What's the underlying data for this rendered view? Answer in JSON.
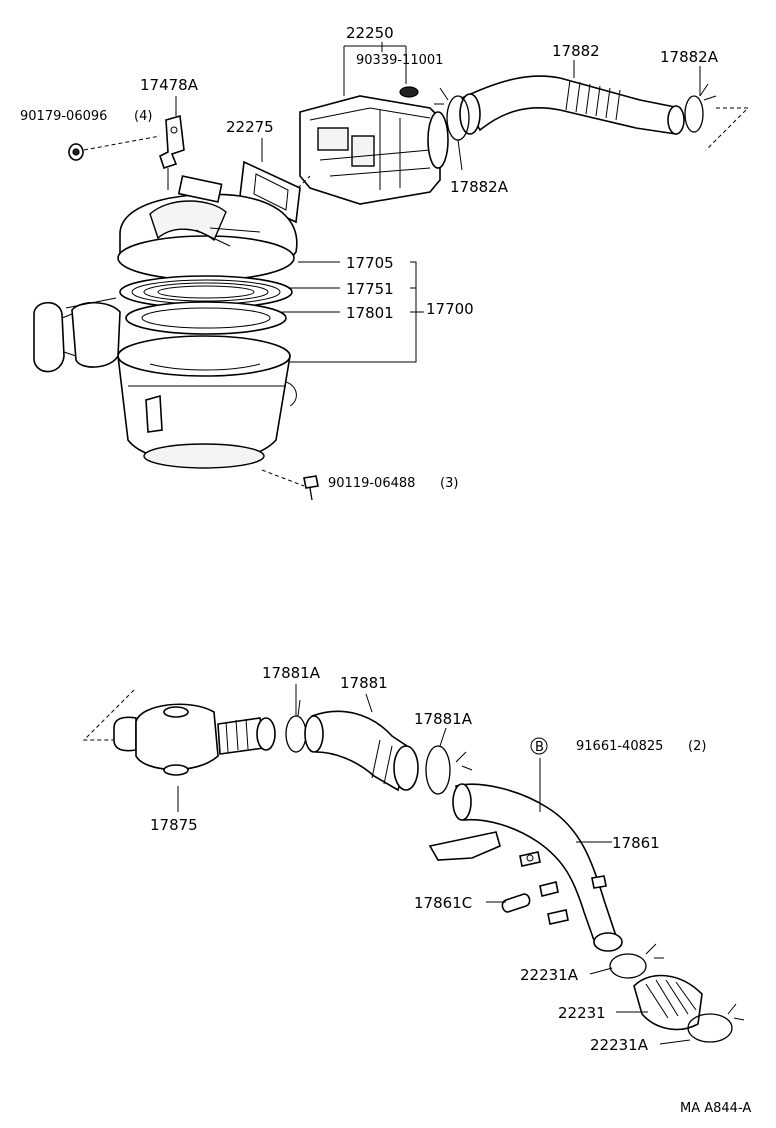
{
  "callouts": {
    "p22250": "22250",
    "p90339": "90339-11001",
    "p17882": "17882",
    "p17882A_top": "17882A",
    "p17478A": "17478A",
    "p90179": "90179-06096",
    "p90179_qty": "(4)",
    "p22275": "22275",
    "p17882A_mid": "17882A",
    "p17705": "17705",
    "p17751": "17751",
    "p17801": "17801",
    "p17700": "17700",
    "p90119": "90119-06488",
    "p90119_qty": "(3)",
    "p17881A_left": "17881A",
    "p17881": "17881",
    "p17881A_right": "17881A",
    "marker_b": "B",
    "p91661": "91661-40825",
    "p91661_qty": "(2)",
    "p17875": "17875",
    "p17861": "17861",
    "p17861C": "17861C",
    "p22231A_upper": "22231A",
    "p22231": "22231",
    "p22231A_lower": "22231A"
  },
  "footer": {
    "code": "MA A844-A"
  }
}
